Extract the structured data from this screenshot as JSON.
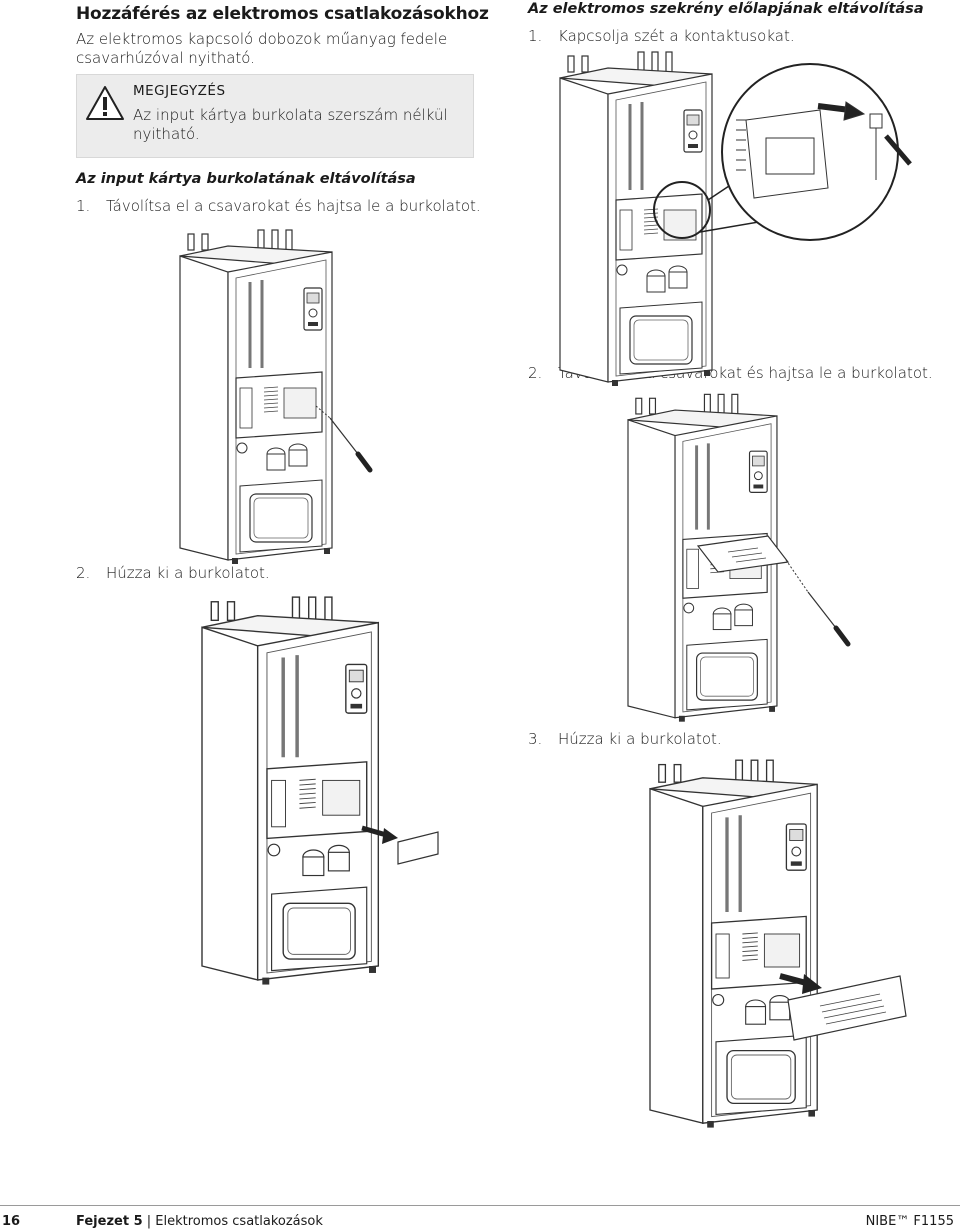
{
  "left": {
    "heading": "Hozzáférés az elektromos csatlakozásokhoz",
    "intro_line1": "Az elektromos kapcsoló dobozok műanyag fedele",
    "intro_line2": "csavarhúzóval nyitható.",
    "note": {
      "icon": "warning-triangle-icon",
      "title": "MEGJEGYZÉS",
      "line1": "Az input kártya burkolata szerszám nélkül",
      "line2": "nyitható."
    },
    "section_title": "Az input kártya burkolatának eltávolítása",
    "steps": [
      {
        "num": "1.",
        "text": "Távolítsa el a csavarokat és hajtsa le a burkolatot."
      },
      {
        "num": "2.",
        "text": "Húzza ki a burkolatot."
      }
    ]
  },
  "right": {
    "section_title": "Az elektromos szekrény előlapjának eltávolítása",
    "steps": [
      {
        "num": "1.",
        "text": "Kapcsolja szét a kontaktusokat."
      },
      {
        "num": "2.",
        "text": "Távolítsa el a csavarokat és hajtsa le a burkolatot."
      },
      {
        "num": "3.",
        "text": "Húzza ki a burkolatot."
      }
    ]
  },
  "footer": {
    "page_number": "16",
    "chapter": "Fejezet 5",
    "separator": "|",
    "chapter_title": "Elektromos csatlakozások",
    "brand": "NIBE™ F1155"
  }
}
